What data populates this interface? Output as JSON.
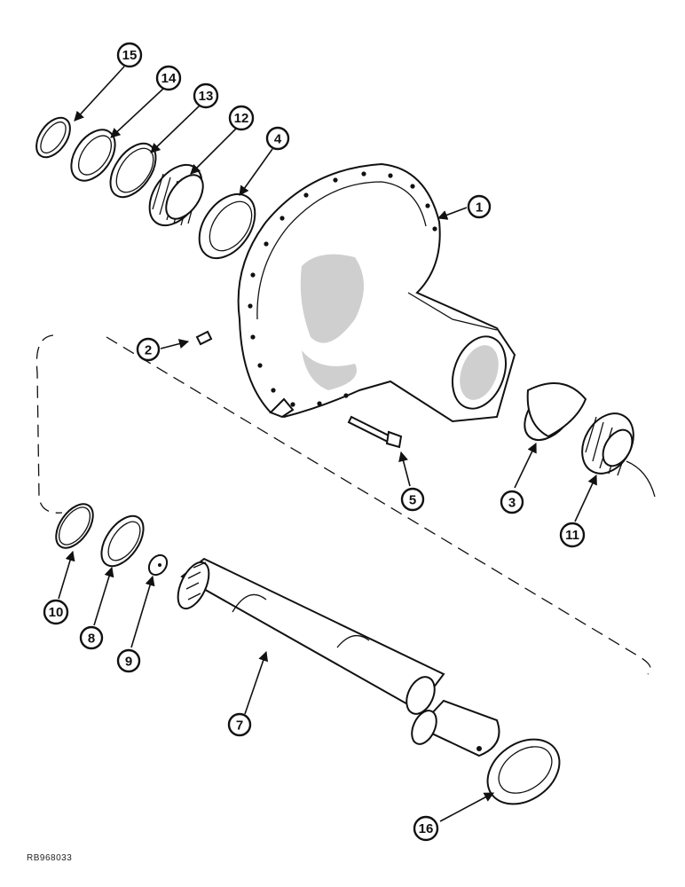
{
  "callouts": [
    {
      "id": "c1",
      "label": "1"
    },
    {
      "id": "c2",
      "label": "2"
    },
    {
      "id": "c3",
      "label": "3"
    },
    {
      "id": "c4",
      "label": "4"
    },
    {
      "id": "c5",
      "label": "5"
    },
    {
      "id": "c7",
      "label": "7"
    },
    {
      "id": "c8",
      "label": "8"
    },
    {
      "id": "c9",
      "label": "9"
    },
    {
      "id": "c10",
      "label": "10"
    },
    {
      "id": "c11",
      "label": "11"
    },
    {
      "id": "c12",
      "label": "12"
    },
    {
      "id": "c13",
      "label": "13"
    },
    {
      "id": "c14",
      "label": "14"
    },
    {
      "id": "c15",
      "label": "15"
    },
    {
      "id": "c16",
      "label": "16"
    }
  ],
  "reference_code": "RB968033"
}
